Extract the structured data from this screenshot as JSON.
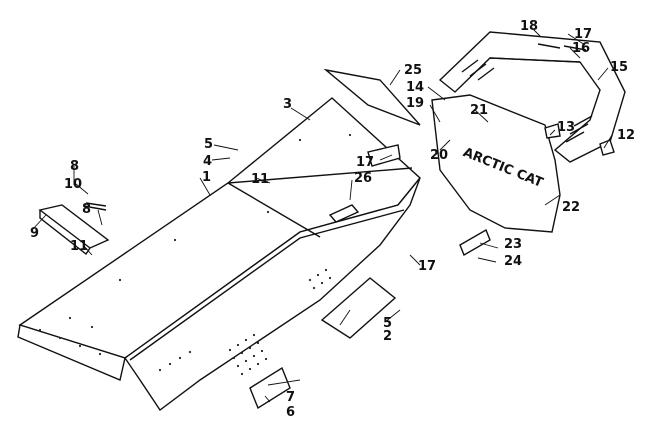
{
  "diagram": {
    "brand_text": "ARCTIC CAT",
    "callouts": [
      {
        "id": "c1",
        "text": "1"
      },
      {
        "id": "c2",
        "text": "2"
      },
      {
        "id": "c3",
        "text": "3"
      },
      {
        "id": "c4",
        "text": "4"
      },
      {
        "id": "c5a",
        "text": "5"
      },
      {
        "id": "c5b",
        "text": "5"
      },
      {
        "id": "c6",
        "text": "6"
      },
      {
        "id": "c7",
        "text": "7"
      },
      {
        "id": "c8a",
        "text": "8"
      },
      {
        "id": "c8b",
        "text": "8"
      },
      {
        "id": "c9",
        "text": "9"
      },
      {
        "id": "c10",
        "text": "10"
      },
      {
        "id": "c11a",
        "text": "11"
      },
      {
        "id": "c11b",
        "text": "11"
      },
      {
        "id": "c12",
        "text": "12"
      },
      {
        "id": "c13",
        "text": "13"
      },
      {
        "id": "c14",
        "text": "14"
      },
      {
        "id": "c15",
        "text": "15"
      },
      {
        "id": "c16",
        "text": "16"
      },
      {
        "id": "c17a",
        "text": "17"
      },
      {
        "id": "c17b",
        "text": "17"
      },
      {
        "id": "c17c",
        "text": "17"
      },
      {
        "id": "c18",
        "text": "18"
      },
      {
        "id": "c19",
        "text": "19"
      },
      {
        "id": "c20",
        "text": "20"
      },
      {
        "id": "c21",
        "text": "21"
      },
      {
        "id": "c22",
        "text": "22"
      },
      {
        "id": "c23",
        "text": "23"
      },
      {
        "id": "c24",
        "text": "24"
      },
      {
        "id": "c25",
        "text": "25"
      },
      {
        "id": "c26",
        "text": "26"
      }
    ]
  }
}
